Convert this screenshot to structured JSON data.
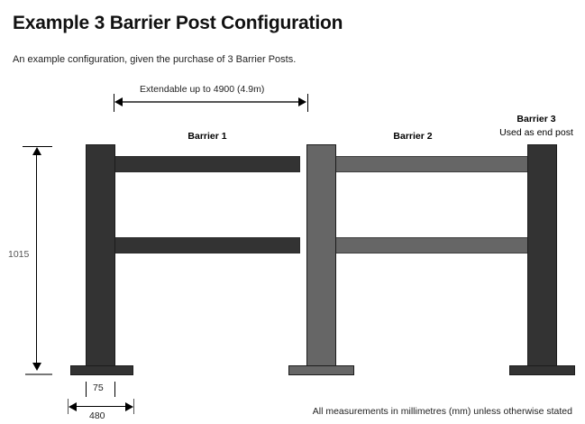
{
  "header": {
    "title": "Example 3 Barrier Post Configuration",
    "subtitle": "An example configuration, given the purchase of 3 Barrier Posts."
  },
  "diagram": {
    "span_dimension": {
      "label": "Extendable up to 4900 (4.9m)"
    },
    "height_dimension": {
      "label": "1015"
    },
    "post_width_dimension": {
      "label": "75"
    },
    "base_width_dimension": {
      "label": "480"
    },
    "barriers": [
      {
        "label": "Barrier 1",
        "sublabel": "",
        "color": "#333333"
      },
      {
        "label": "Barrier 2",
        "sublabel": "",
        "color": "#666666"
      },
      {
        "label": "Barrier 3",
        "sublabel": "Used as end post",
        "color": "#666666"
      }
    ]
  },
  "footer": {
    "note": "All measurements in millimetres (mm) unless otherwise stated"
  }
}
